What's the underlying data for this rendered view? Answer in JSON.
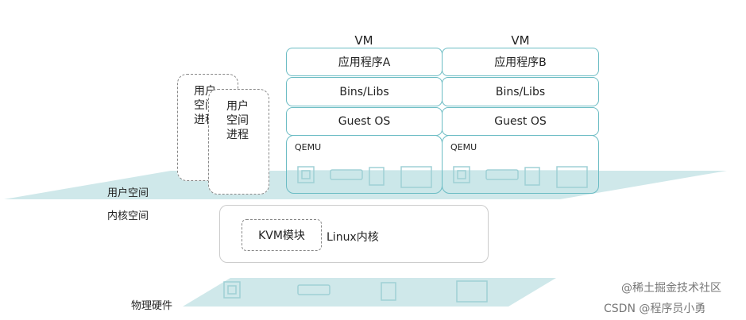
{
  "vms": [
    {
      "title": "VM",
      "app": "应用程序A",
      "libs": "Bins/Libs",
      "os": "Guest OS",
      "qemu": "QEMU"
    },
    {
      "title": "VM",
      "app": "应用程序B",
      "libs": "Bins/Libs",
      "os": "Guest OS",
      "qemu": "QEMU"
    }
  ],
  "processes": [
    {
      "label": "用户空间进程"
    },
    {
      "label": "用户空间进程"
    }
  ],
  "layers": {
    "user_space": "用户空间",
    "kernel_space": "内核空间",
    "hardware": "物理硬件"
  },
  "kernel": {
    "module": "KVM模块",
    "label": "Linux内核"
  },
  "watermarks": {
    "juejin": "@稀土掘金技术社区",
    "csdn": "CSDN @程序员小勇"
  },
  "colors": {
    "plane": "#c7e5e7",
    "border": "#6bbcc4"
  },
  "icons": [
    "cpu-icon",
    "memory-icon",
    "nic-icon",
    "ssd-icon"
  ]
}
